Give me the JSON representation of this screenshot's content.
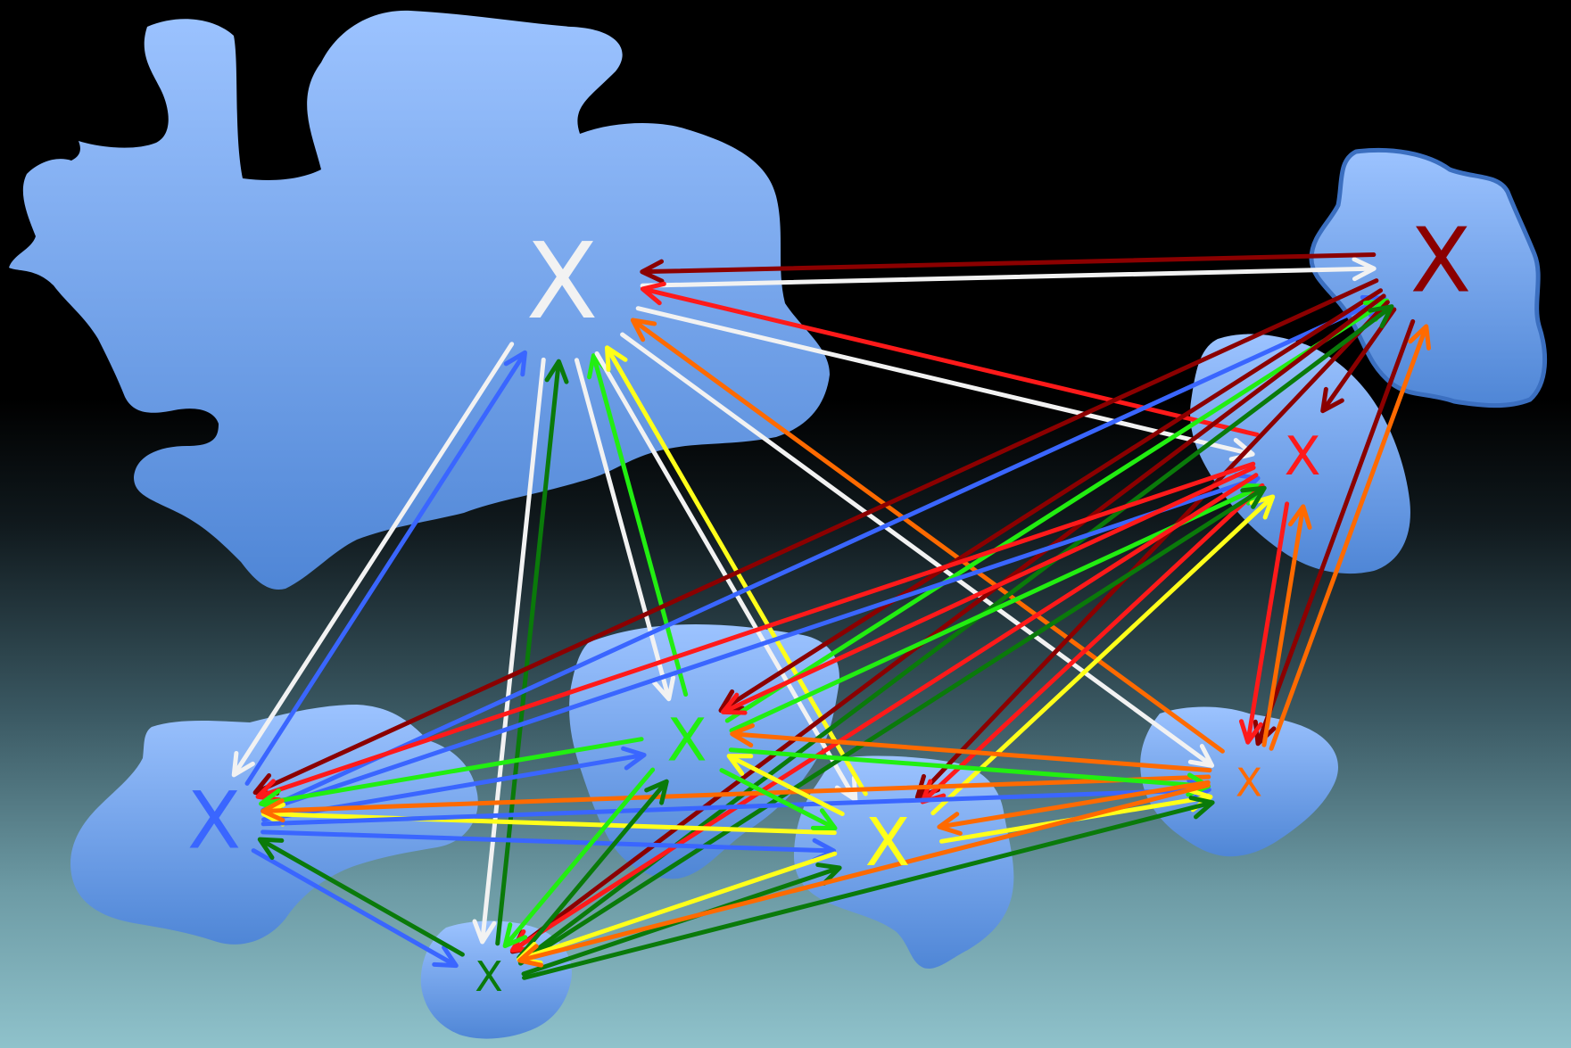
{
  "colors": {
    "white": "#f2f2f2",
    "darkred": "#8b0000",
    "red": "#ff1a1a",
    "blue": "#3a66ff",
    "green": "#22ee11",
    "darkgreen": "#0a7a0a",
    "yellow": "#ffff1a",
    "orange": "#ff6a00",
    "blob_top": "#9cc3ff",
    "blob_bottom": "#4f86d6"
  },
  "nodes": [
    {
      "id": "white",
      "label": "X",
      "color": "white"
    },
    {
      "id": "darkred",
      "label": "X",
      "color": "darkred"
    },
    {
      "id": "red",
      "label": "X",
      "color": "red"
    },
    {
      "id": "blue",
      "label": "X",
      "color": "blue"
    },
    {
      "id": "green",
      "label": "X",
      "color": "green"
    },
    {
      "id": "yellow",
      "label": "X",
      "color": "yellow"
    },
    {
      "id": "orange",
      "label": "X",
      "color": "orange"
    },
    {
      "id": "darkgreen",
      "label": "X",
      "color": "darkgreen"
    }
  ],
  "edges": [
    {
      "from": "white",
      "to": "darkred",
      "color": "white"
    },
    {
      "from": "darkred",
      "to": "white",
      "color": "darkred"
    },
    {
      "from": "white",
      "to": "red",
      "color": "white"
    },
    {
      "from": "red",
      "to": "white",
      "color": "red"
    },
    {
      "from": "white",
      "to": "blue",
      "color": "white"
    },
    {
      "from": "blue",
      "to": "white",
      "color": "blue"
    },
    {
      "from": "white",
      "to": "green",
      "color": "white"
    },
    {
      "from": "green",
      "to": "white",
      "color": "green"
    },
    {
      "from": "white",
      "to": "yellow",
      "color": "white"
    },
    {
      "from": "yellow",
      "to": "white",
      "color": "yellow"
    },
    {
      "from": "white",
      "to": "orange",
      "color": "white"
    },
    {
      "from": "orange",
      "to": "white",
      "color": "orange"
    },
    {
      "from": "white",
      "to": "darkgreen",
      "color": "white"
    },
    {
      "from": "darkgreen",
      "to": "white",
      "color": "darkgreen"
    },
    {
      "from": "darkred",
      "to": "red",
      "color": "darkred"
    },
    {
      "from": "darkred",
      "to": "blue",
      "color": "darkred"
    },
    {
      "from": "blue",
      "to": "darkred",
      "color": "blue"
    },
    {
      "from": "darkred",
      "to": "green",
      "color": "darkred"
    },
    {
      "from": "green",
      "to": "darkred",
      "color": "green"
    },
    {
      "from": "darkred",
      "to": "yellow",
      "color": "darkred"
    },
    {
      "from": "darkred",
      "to": "orange",
      "color": "darkred"
    },
    {
      "from": "orange",
      "to": "darkred",
      "color": "orange"
    },
    {
      "from": "darkred",
      "to": "darkgreen",
      "color": "darkred"
    },
    {
      "from": "darkgreen",
      "to": "darkred",
      "color": "darkgreen"
    },
    {
      "from": "red",
      "to": "blue",
      "color": "red"
    },
    {
      "from": "blue",
      "to": "red",
      "color": "blue"
    },
    {
      "from": "red",
      "to": "green",
      "color": "red"
    },
    {
      "from": "green",
      "to": "red",
      "color": "green"
    },
    {
      "from": "red",
      "to": "yellow",
      "color": "red"
    },
    {
      "from": "yellow",
      "to": "red",
      "color": "yellow"
    },
    {
      "from": "red",
      "to": "orange",
      "color": "red"
    },
    {
      "from": "orange",
      "to": "red",
      "color": "orange"
    },
    {
      "from": "red",
      "to": "darkgreen",
      "color": "red"
    },
    {
      "from": "darkgreen",
      "to": "red",
      "color": "darkgreen"
    },
    {
      "from": "blue",
      "to": "green",
      "color": "blue"
    },
    {
      "from": "green",
      "to": "blue",
      "color": "green"
    },
    {
      "from": "blue",
      "to": "yellow",
      "color": "blue"
    },
    {
      "from": "yellow",
      "to": "blue",
      "color": "yellow"
    },
    {
      "from": "blue",
      "to": "orange",
      "color": "blue"
    },
    {
      "from": "orange",
      "to": "blue",
      "color": "orange"
    },
    {
      "from": "blue",
      "to": "darkgreen",
      "color": "blue"
    },
    {
      "from": "darkgreen",
      "to": "blue",
      "color": "darkgreen"
    },
    {
      "from": "green",
      "to": "yellow",
      "color": "green"
    },
    {
      "from": "yellow",
      "to": "green",
      "color": "yellow"
    },
    {
      "from": "green",
      "to": "orange",
      "color": "green"
    },
    {
      "from": "orange",
      "to": "green",
      "color": "orange"
    },
    {
      "from": "green",
      "to": "darkgreen",
      "color": "green"
    },
    {
      "from": "darkgreen",
      "to": "green",
      "color": "darkgreen"
    },
    {
      "from": "yellow",
      "to": "orange",
      "color": "yellow"
    },
    {
      "from": "orange",
      "to": "yellow",
      "color": "orange"
    },
    {
      "from": "yellow",
      "to": "darkgreen",
      "color": "yellow"
    },
    {
      "from": "darkgreen",
      "to": "yellow",
      "color": "darkgreen"
    },
    {
      "from": "orange",
      "to": "darkgreen",
      "color": "orange"
    },
    {
      "from": "darkgreen",
      "to": "orange",
      "color": "darkgreen"
    }
  ]
}
